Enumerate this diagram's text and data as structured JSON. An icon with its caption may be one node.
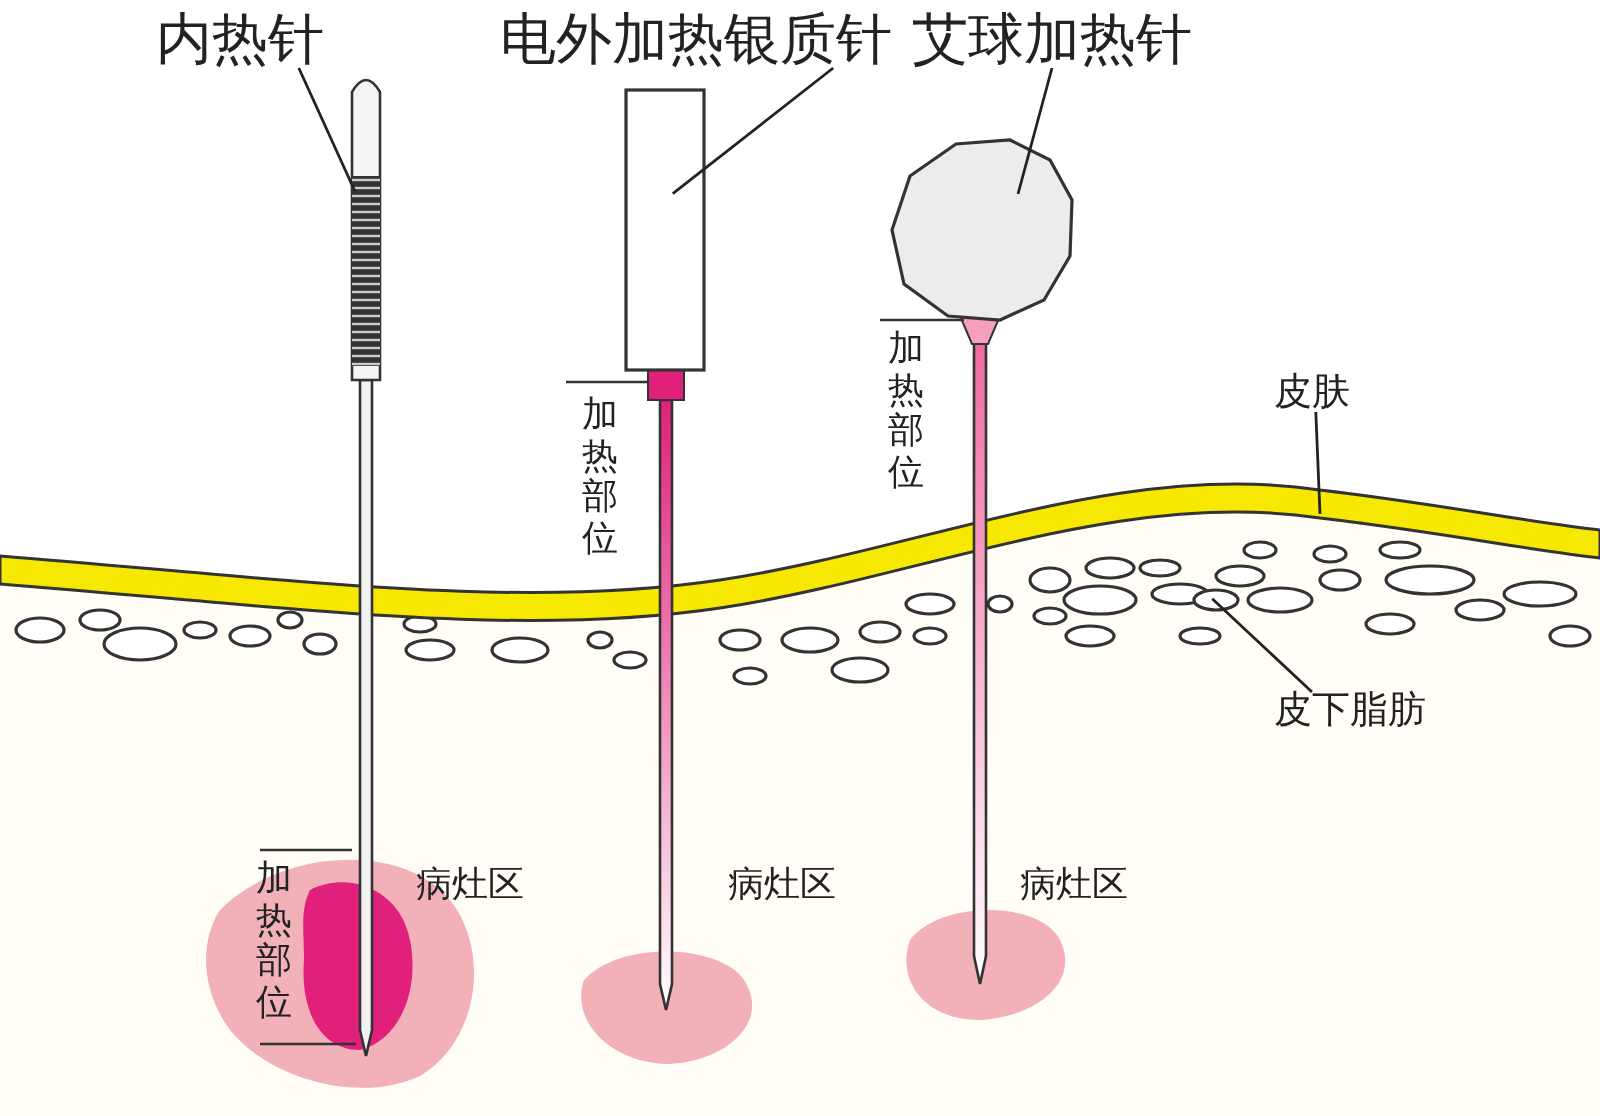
{
  "diagram": {
    "nodes": [
      {
        "text": [
          "内热针"
        ]
      },
      {
        "text": [],
        "shape": "picture"
      },
      {
        "text": [
          "电外加热银质针"
        ]
      },
      {
        "text": [],
        "shape": "box"
      },
      {
        "text": [
          "艾球加热针"
        ]
      },
      {
        "text": [],
        "shape": "picture"
      },
      {
        "text": [
          "皮肤"
        ]
      },
      {
        "text": [],
        "shape": "bar"
      },
      {
        "text": [
          "皮下脂肪"
        ]
      },
      {
        "text": [],
        "shape": "picture"
      }
    ],
    "edges": [
      {
        "from": 0,
        "to": 1,
        "arrow": "none"
      },
      {
        "from": 2,
        "to": 3,
        "arrow": "none"
      },
      {
        "from": 4,
        "to": 5,
        "arrow": "none"
      },
      {
        "from": 6,
        "to": 7,
        "arrow": "none"
      },
      {
        "from": 8,
        "to": 9,
        "arrow": "none"
      }
    ],
    "labels": [
      "加热部位",
      "加热部位",
      "加热部位",
      "病灶区",
      "病灶区",
      "病灶区"
    ]
  }
}
